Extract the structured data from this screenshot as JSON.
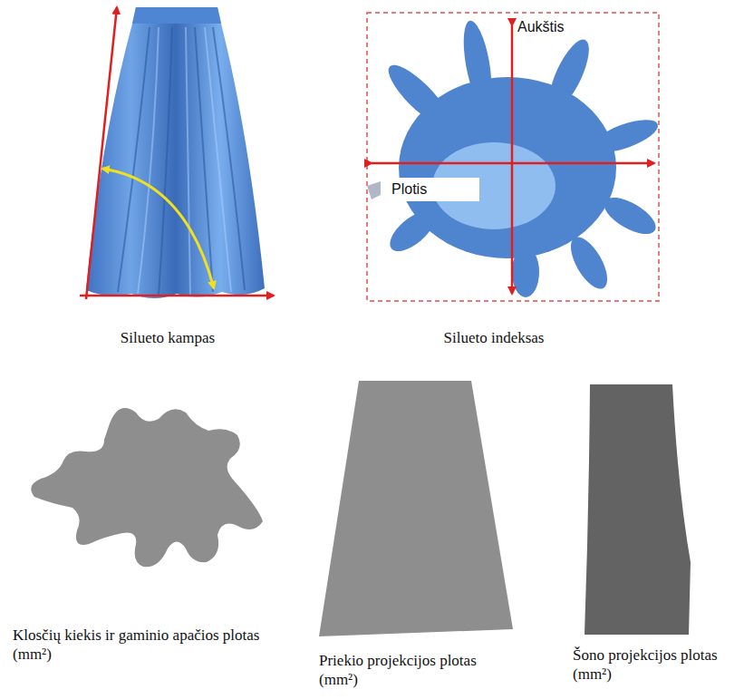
{
  "diagram": {
    "labels": [
      "Aukštis",
      "Plotis",
      "Silueto kampas",
      "Silueto indeksas",
      "Klosčių kiekis ir gaminio apačios plotas (mm²)",
      "Priekio projekcijos plotas (mm²)",
      "Šono projekcijos plotas (mm²)"
    ]
  }
}
